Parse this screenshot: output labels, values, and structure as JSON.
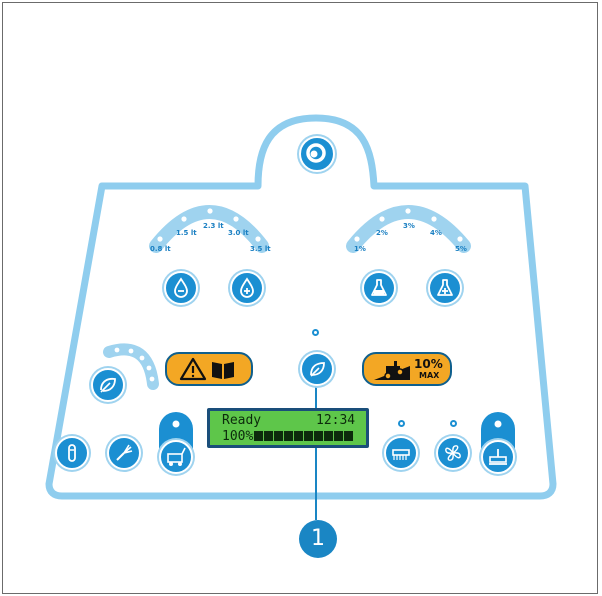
{
  "panel": {
    "water_flow_labels": [
      "0.8 lt",
      "1.5 lt",
      "2.3 lt",
      "3.0 lt",
      "3.5 lt"
    ],
    "detergent_labels": [
      "1%",
      "2%",
      "3%",
      "4%",
      "5%"
    ],
    "lcd": {
      "status": "Ready",
      "time": "12:34",
      "battery": "100%"
    },
    "slope_label": "10%",
    "slope_sub": "MAX",
    "callout_number": "1",
    "accent_color": "#1b8fd2",
    "outline_color": "#9fd3ef",
    "warning_color": "#f3a724",
    "lcd_color": "#5ec64a"
  },
  "icons": {
    "logo": "logo-icon",
    "water_minus": "water-decrease-icon",
    "water_plus": "water-increase-icon",
    "detergent_minus": "detergent-decrease-icon",
    "detergent_plus": "detergent-increase-icon",
    "eco": "eco-mode-icon",
    "warning_manual": "warning-manual-icon",
    "slope": "slope-icon",
    "horn": "horn-icon",
    "light": "light-icon",
    "vacuum": "vacuum-icon",
    "brush": "brush-icon",
    "fan": "fan-icon",
    "squeegee": "squeegee-icon",
    "drive": "drive-icon"
  }
}
